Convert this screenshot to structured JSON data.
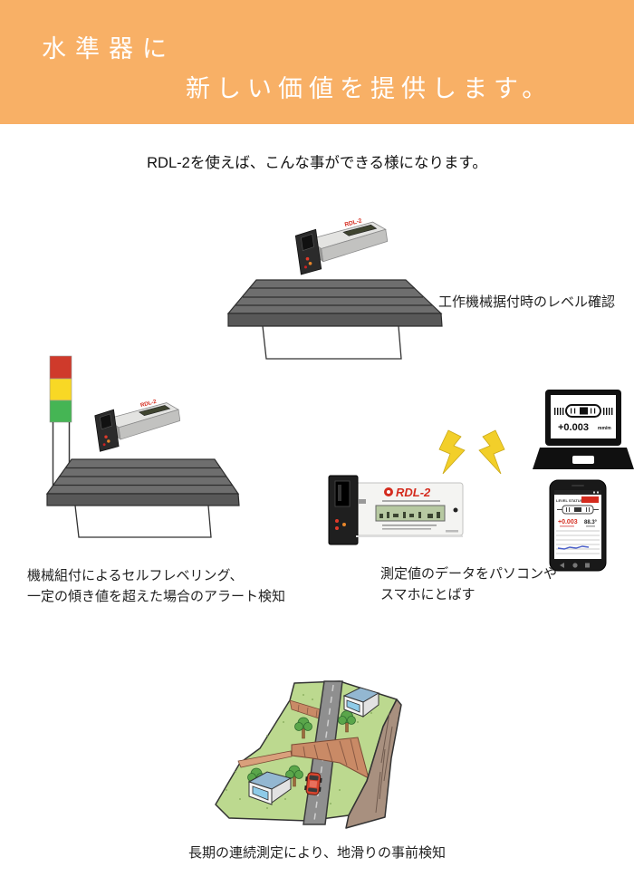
{
  "header": {
    "bg_color": "#f8b066",
    "line1": "水準器に",
    "line2": "新しい価値を提供します。"
  },
  "intro": {
    "text": "RDL-2を使えば、こんな事ができる様になります。"
  },
  "features": {
    "machine_level": {
      "caption": "工作機械据付時のレベル確認"
    },
    "self_leveling": {
      "line1": "機械組付によるセルフレベリング、",
      "line2": "一定の傾き値を超えた場合のアラート検知"
    },
    "data_transfer": {
      "line1": "測定値のデータをパソコンや",
      "line2": "スマホにとばす"
    },
    "landslide": {
      "caption": "長期の連続測定により、地滑りの事前検知"
    }
  },
  "device": {
    "brand": "RDL-2",
    "brand_color": "#d42b1e"
  },
  "laptop": {
    "reading": "+0.003",
    "unit": "mm/m"
  },
  "phone": {
    "app_title": "LEVEL STATUS",
    "reading": "+0.003",
    "secondary": "88.3°",
    "badge_color": "#d42b1e",
    "chart_line_color": "#4a5fc9"
  },
  "signal_tower": {
    "red": "#cf3a2b",
    "yellow": "#f8d825",
    "green": "#45b554"
  }
}
